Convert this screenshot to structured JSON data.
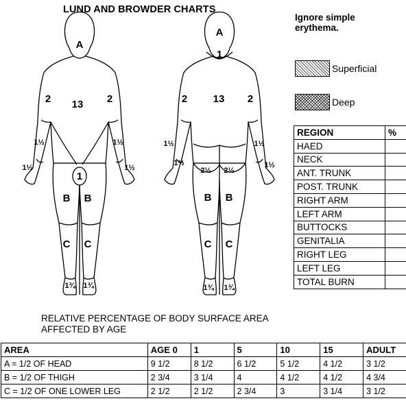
{
  "title": "LUND AND BROWDER CHARTS",
  "note": "Ignore simple erythema.",
  "legend": [
    {
      "label": "Superficial"
    },
    {
      "label": "Deep"
    }
  ],
  "body_labels": {
    "head": "A",
    "neck_back": "1",
    "upper_arm": "2",
    "trunk": "13",
    "forearm": "1½",
    "hand": "1½",
    "genitalia": "1",
    "buttock": "2½",
    "thigh": "B",
    "lower_leg": "C",
    "foot": "1¾"
  },
  "region_table": {
    "headers": [
      "REGION",
      "%"
    ],
    "rows": [
      "HAED",
      "NECK",
      "ANT. TRUNK",
      "POST. TRUNK",
      "RIGHT ARM",
      "LEFT ARM",
      "BUTTOCKS",
      "GENITALIA",
      "RIGHT LEG",
      "LEFT LEG",
      "TOTAL BURN"
    ]
  },
  "caption": "RELATIVE PERCENTAGE OF BODY SURFACE AREA AFFECTED BY AGE",
  "age_table": {
    "headers": [
      "AREA",
      "AGE 0",
      "1",
      "5",
      "10",
      "15",
      "ADULT"
    ],
    "rows": [
      [
        "A = 1/2 OF HEAD",
        "9 1/2",
        "8 1/2",
        "6 1/2",
        "5 1/2",
        "4 1/2",
        "3 1/2"
      ],
      [
        "B = 1/2 OF THIGH",
        "2 3/4",
        "3 1/4",
        "4",
        "4 1/2",
        "4 1/2",
        "4 3/4"
      ],
      [
        "C = 1/2 OF ONE LOWER LEG",
        "2 1/2",
        "2 1/2",
        "2 3/4",
        "3",
        "3 1/4",
        "3 1/2"
      ]
    ]
  }
}
